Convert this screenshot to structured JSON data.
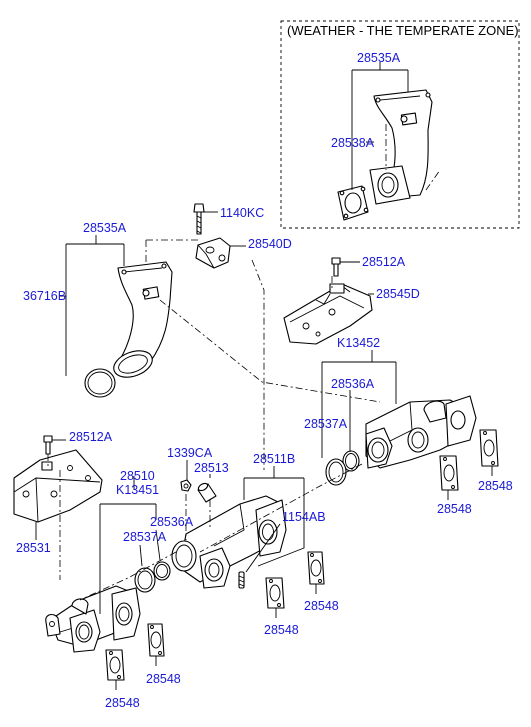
{
  "colors": {
    "label": "#1a1ad6",
    "line": "#000000"
  },
  "header": {
    "zone_note": "(WEATHER - THE TEMPERATE ZONE)"
  },
  "labels": {
    "l28535A_zone": "28535A",
    "l28538A": "28538A",
    "l1140KC": "1140KC",
    "l28535A": "28535A",
    "l28540D": "28540D",
    "l28512A_right": "28512A",
    "l36716B": "36716B",
    "l28545D": "28545D",
    "lK13452": "K13452",
    "l28536A_right": "28536A",
    "l28537A_right": "28537A",
    "l28512A_left": "28512A",
    "l1339CA": "1339CA",
    "l28513": "28513",
    "l28511B": "28511B",
    "l28510": "28510",
    "lK13451": "K13451",
    "l28548_r1": "28548",
    "l28548_r2": "28548",
    "l1154AB": "1154AB",
    "l28536A_left": "28536A",
    "l28537A_left": "28537A",
    "l28531": "28531",
    "l28548_m1": "28548",
    "l28548_m2": "28548",
    "l28548_b1": "28548",
    "l28548_b2": "28548"
  }
}
